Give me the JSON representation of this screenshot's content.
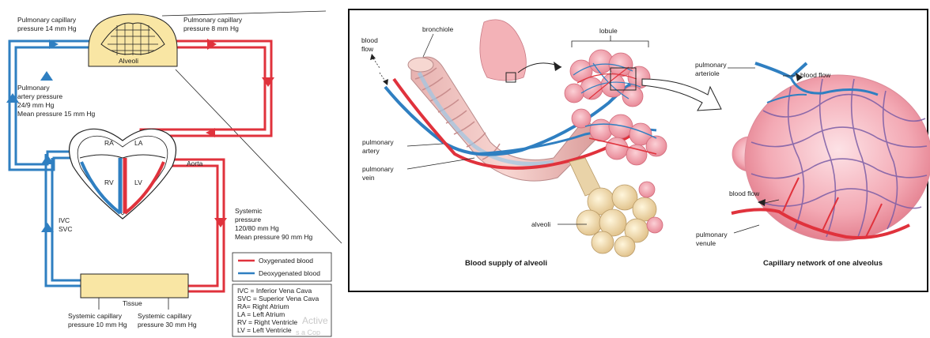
{
  "colors": {
    "oxygenated": "#e0323c",
    "deoxygenated": "#2f7fc1",
    "tissue_fill": "#f9e6a4",
    "alveoli_fill": "#f9e6a4",
    "panel_border": "#111111"
  },
  "left_diagram": {
    "pulm_cap_left": [
      "Pulmonary capillary",
      "pressure 14 mm Hg"
    ],
    "pulm_cap_right": [
      "Pulmonary capillary",
      "pressure 8 mm Hg"
    ],
    "alveoli": "Alveoli",
    "pulm_artery": [
      "Pulmonary",
      "artery pressure",
      "24/9 mm Hg",
      "Mean pressure 15 mm Hg"
    ],
    "ra": "RA",
    "la": "LA",
    "rv": "RV",
    "lv": "LV",
    "aorta": "Aorta",
    "ivc_svc": [
      "IVC",
      "SVC"
    ],
    "systemic": [
      "Systemic",
      "pressure",
      "120/80 mm Hg",
      "Mean pressure 90 mm Hg"
    ],
    "tissue": "Tissue",
    "sys_cap_left": [
      "Systemic capillary",
      "pressure 10 mm Hg"
    ],
    "sys_cap_right": [
      "Systemic capillary",
      "pressure 30 mm Hg"
    ],
    "legend": {
      "oxygenated": "Oxygenated blood",
      "deoxygenated": "Deoxygenated blood"
    },
    "abbreviations": [
      "IVC = Inferior Vena Cava",
      "SVC = Superior Vena Cava",
      "RA= Right Atrium",
      "LA = Left Atrium",
      "RV = Right Ventricle",
      "LV = Left Ventricle"
    ],
    "watermark": [
      "Active",
      "s a Cop"
    ]
  },
  "right_panel": {
    "blood_flow_left": [
      "blood",
      "flow"
    ],
    "bronchiole": "bronchiole",
    "lobule": "lobule",
    "pulmonary_artery": [
      "pulmonary",
      "artery"
    ],
    "pulmonary_vein": [
      "pulmonary",
      "vein"
    ],
    "alveoli": "alveoli",
    "pulmonary_arteriole": [
      "pulmonary",
      "arteriole"
    ],
    "blood_flow_top": "blood flow",
    "blood_flow_bottom": "blood flow",
    "pulmonary_venule": [
      "pulmonary",
      "venule"
    ],
    "caption_left": "Blood supply of alveoli",
    "caption_right": "Capillary network of one alveolus"
  }
}
